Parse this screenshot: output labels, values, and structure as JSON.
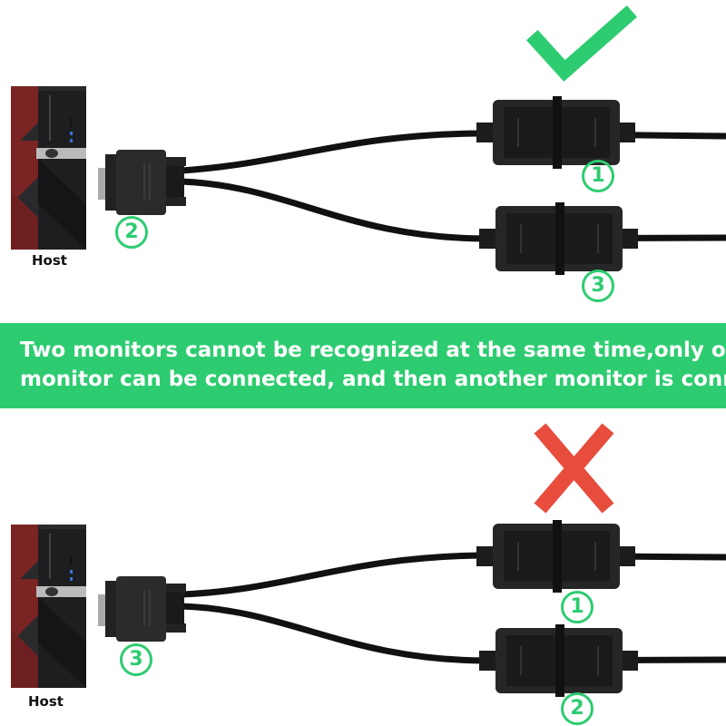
{
  "top_panel": {
    "host_label": "Host",
    "connector_label": "2",
    "monitor_labels": [
      "1",
      "3"
    ],
    "status_icon": "check-icon",
    "status_color": "#2ecc71"
  },
  "banner": {
    "line1": "Two monitors cannot be recognized at the same time,only one",
    "line2": "monitor can be connected, and then another monitor is connected",
    "color": "#2ecc71"
  },
  "bottom_panel": {
    "host_label": "Host",
    "connector_label": "3",
    "monitor_labels": [
      "1",
      "2"
    ],
    "status_icon": "cross-icon",
    "status_color": "#e74c3c"
  }
}
